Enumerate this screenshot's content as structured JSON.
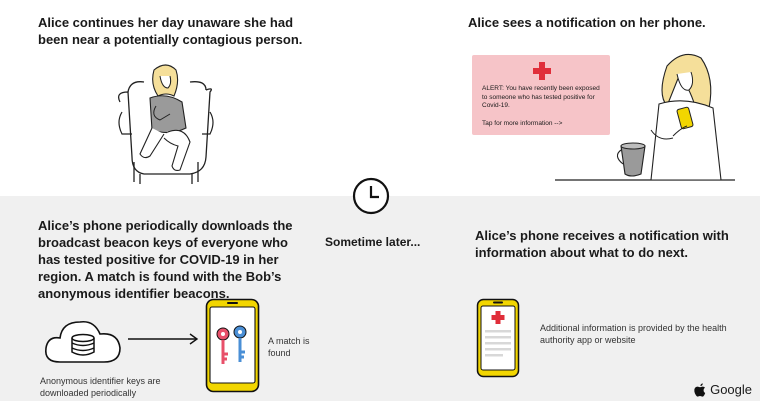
{
  "panels": {
    "top_left": {
      "heading": "Alice continues her day unaware she had been near a potentially contagious person."
    },
    "top_right": {
      "heading": "Alice sees a notification on her phone.",
      "alert": {
        "text": "ALERT:  You have recently been exposed to someone who has tested positive for Covid-19.",
        "tap": "Tap for more information -->"
      }
    },
    "middle": {
      "label": "Sometime later..."
    },
    "bottom_left": {
      "heading": "Alice’s phone periodically downloads the broadcast beacon keys of everyone who has tested positive for COVID-19 in her region. A match is found with the Bob’s anonymous identifier beacons.",
      "cloud_caption": "Anonymous identifier keys are downloaded periodically",
      "match_caption": "A match is found"
    },
    "bottom_right": {
      "heading": "Alice’s phone receives a notification with information about what to do next.",
      "caption": "Additional information is provided by the health authority app or website"
    }
  },
  "branding": {
    "apple_icon": "apple-logo-icon",
    "google_text": "Google"
  },
  "colors": {
    "accent_red": "#e02e3a",
    "alert_bg": "#f6c4c8",
    "phone_yellow": "#f2d600",
    "key_pink": "#e8506a",
    "key_blue": "#4a8fd6",
    "hair_yellow": "#f5df9a",
    "bottom_bg": "#f0f0f0"
  }
}
